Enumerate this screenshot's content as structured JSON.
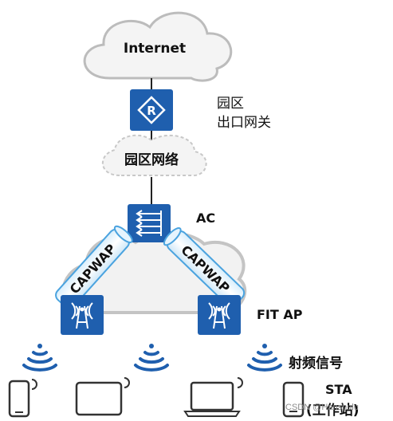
{
  "nodes": {
    "internet": "Internet",
    "campus_network": "园区网络",
    "gateway_line1": "园区",
    "gateway_line2": "出口网关",
    "ac": "AC",
    "fit_ap": "FIT AP",
    "rf_signal": "射频信号",
    "sta_line1": "STA",
    "sta_line2": "(工作站)"
  },
  "tunnels": {
    "left": "CAPWAP",
    "right": "CAPWAP"
  },
  "watermark": "CSDN @Hanshulu",
  "colors": {
    "device_blue": "#1f5fae",
    "cloud_stroke": "#bcbcbc",
    "cloud_fill": "#f4f4f4"
  }
}
